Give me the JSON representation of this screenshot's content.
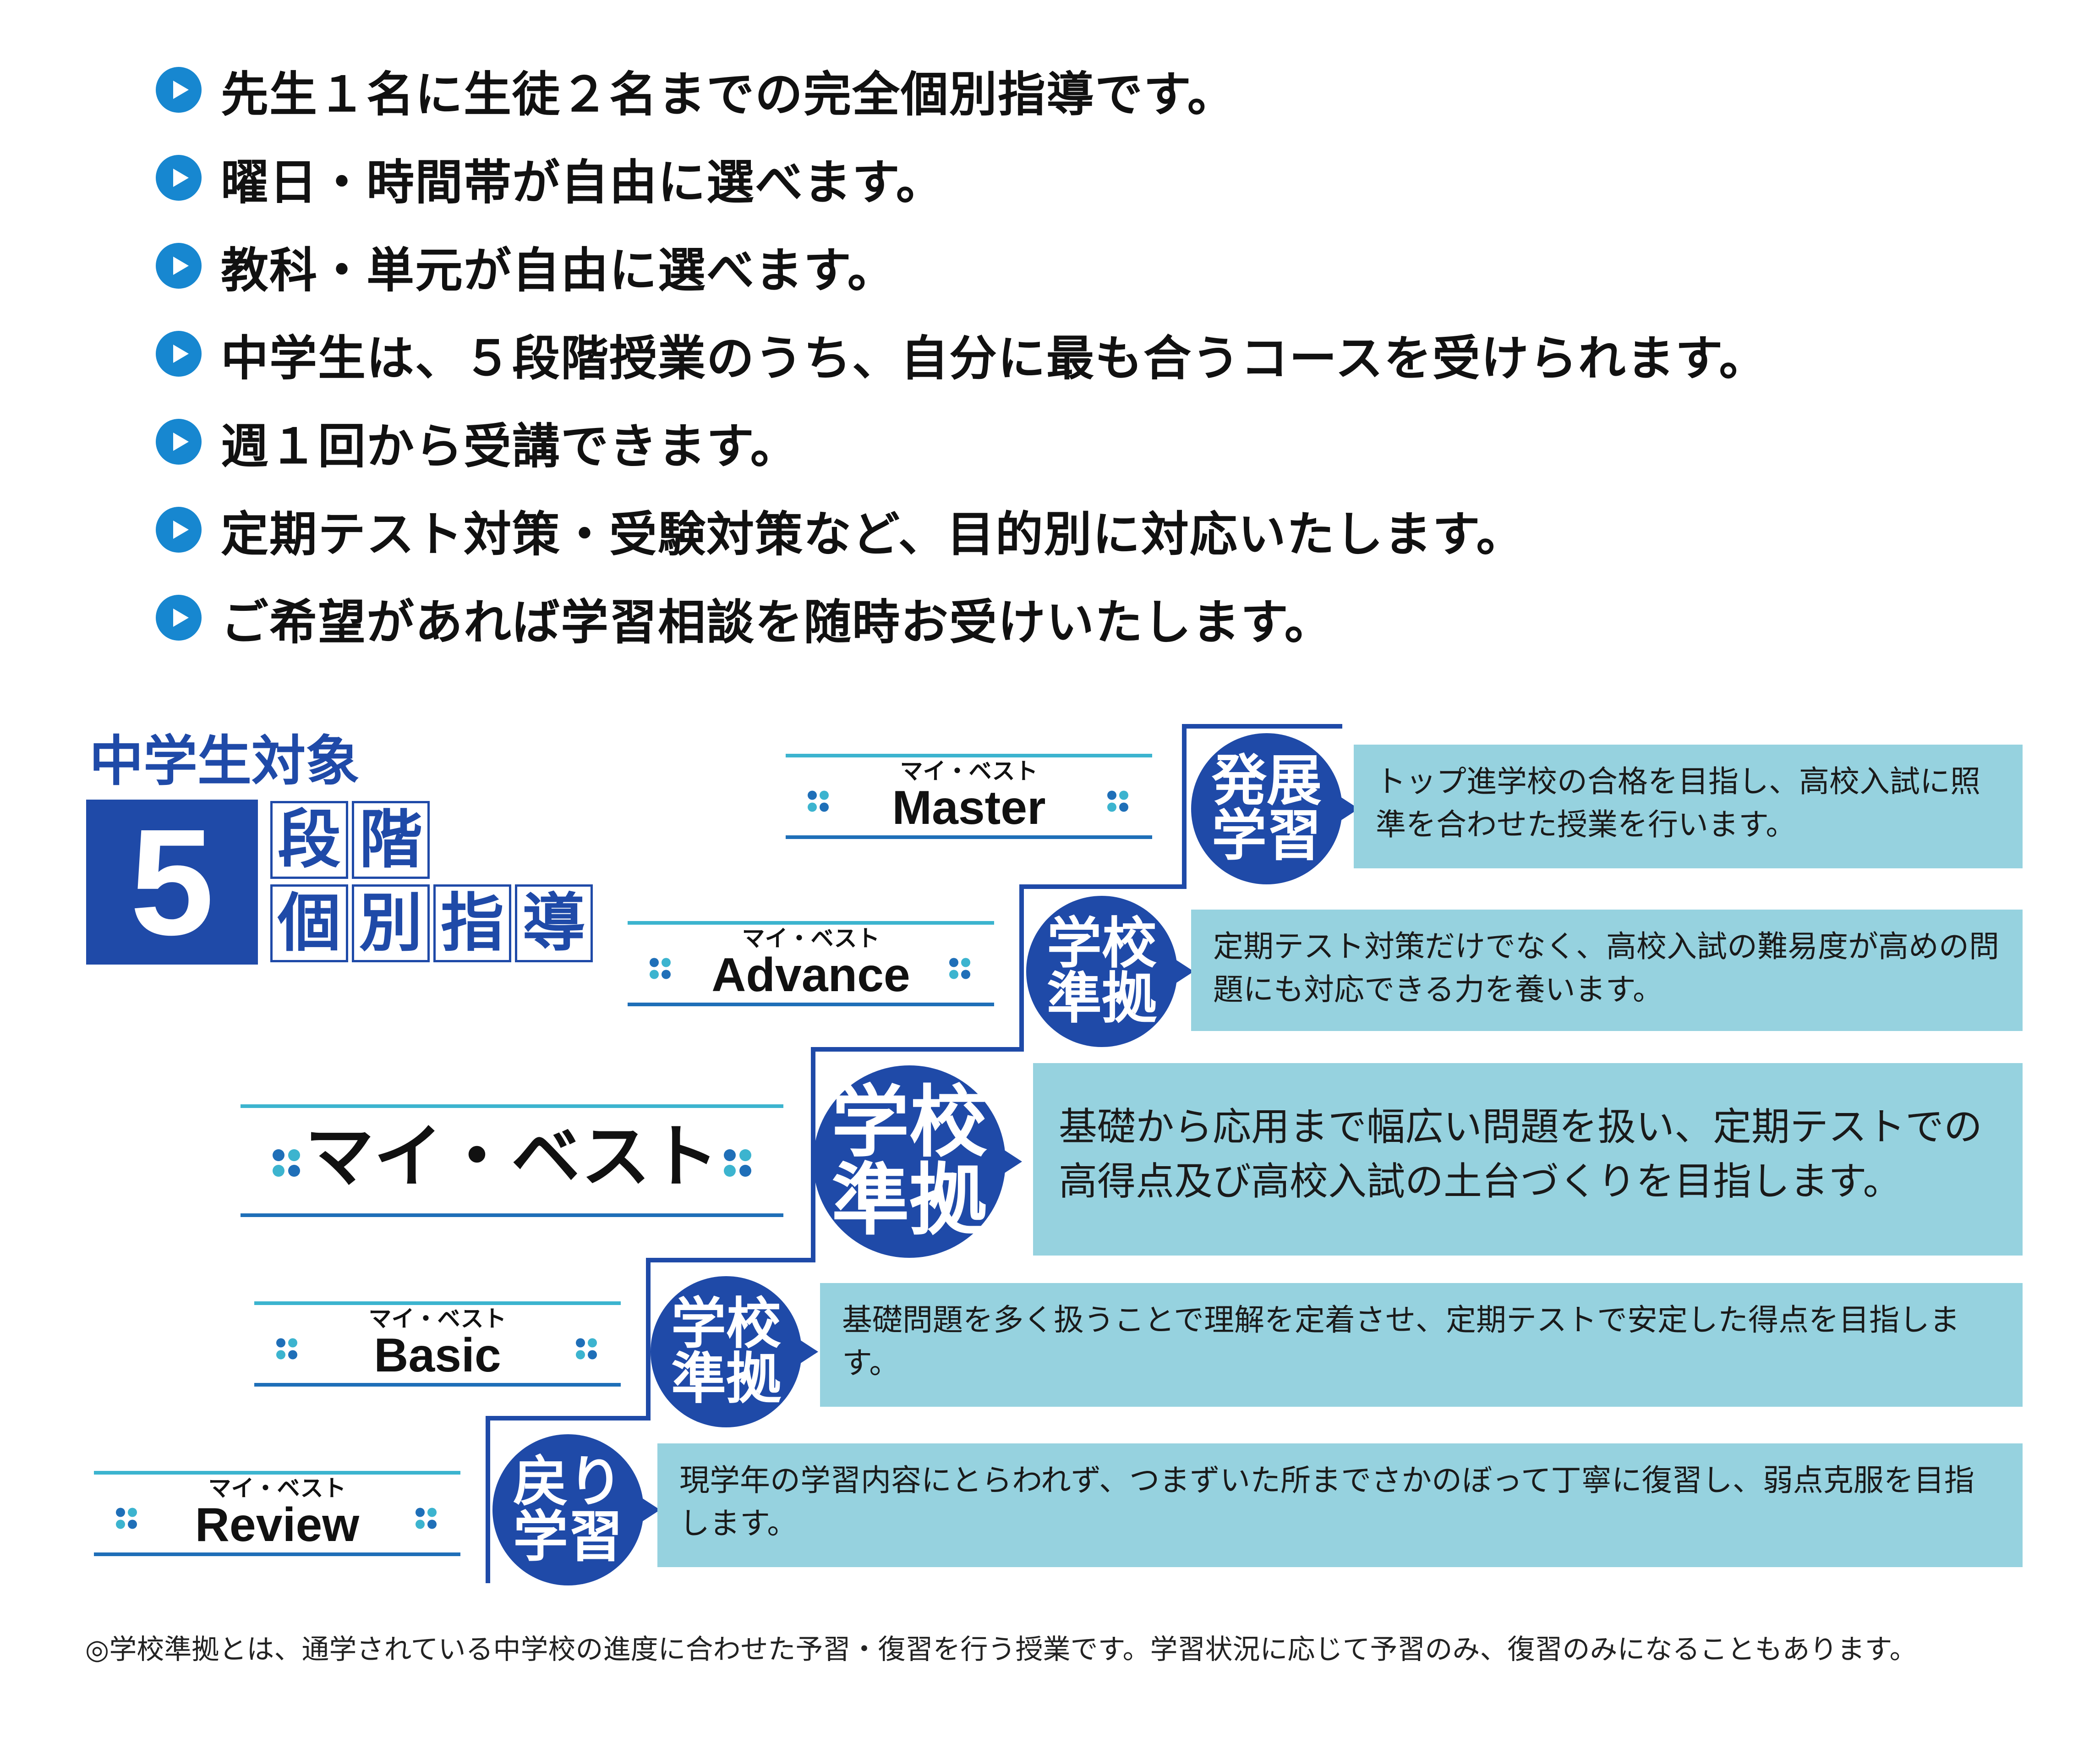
{
  "features": [
    "先生１名に生徒２名までの完全個別指導です。",
    "曜日・時間帯が自由に選べます。",
    "教科・単元が自由に選べます。",
    "中学生は、５段階授業のうち、自分に最も合うコースを受けられます。",
    "週１回から受講できます。",
    "定期テスト対策・受験対策など、目的別に対応いたします。",
    "ご希望があれば学習相談を随時お受けいたします。"
  ],
  "title": {
    "subtitle": "中学生対象",
    "number": "5",
    "line1": [
      "段",
      "階"
    ],
    "line2": [
      "個",
      "別",
      "指",
      "導"
    ]
  },
  "levels": {
    "master": {
      "small": "マイ・ベスト",
      "name": "Master",
      "badge_top": "発展",
      "badge_bottom": "学習",
      "desc": "トップ進学校の合格を目指し、高校入試に照準を合わせた授業を行います。"
    },
    "advance": {
      "small": "マイ・ベスト",
      "name": "Advance",
      "badge_top": "学校",
      "badge_bottom": "準拠",
      "desc": "定期テスト対策だけでなく、高校入試の難易度が高めの問題にも対応できる力を養います。"
    },
    "best": {
      "name": "マイ・ベスト",
      "badge_top": "学校",
      "badge_bottom": "準拠",
      "desc": "基礎から応用まで幅広い問題を扱い、定期テストでの高得点及び高校入試の土台づくりを目指します。"
    },
    "basic": {
      "small": "マイ・ベスト",
      "name": "Basic",
      "badge_top": "学校",
      "badge_bottom": "準拠",
      "desc": "基礎問題を多く扱うことで理解を定着させ、定期テストで安定した得点を目指します。"
    },
    "review": {
      "small": "マイ・ベスト",
      "name": "Review",
      "badge_top": "戻り",
      "badge_bottom": "学習",
      "desc": "現学年の学習内容にとらわれず、つまずいた所までさかのぼって丁寧に復習し、弱点克服を目指します。"
    }
  },
  "footnote": "◎学校準拠とは、通学されている中学校の進度に合わせた予習・復習を行う授業です。学習状況に応じて予習のみ、復習のみになることもあります。",
  "colors": {
    "navy": "#1f4aa8",
    "bullet": "#1787d0",
    "box": "#96d2df",
    "cyan": "#3cb4cf"
  }
}
